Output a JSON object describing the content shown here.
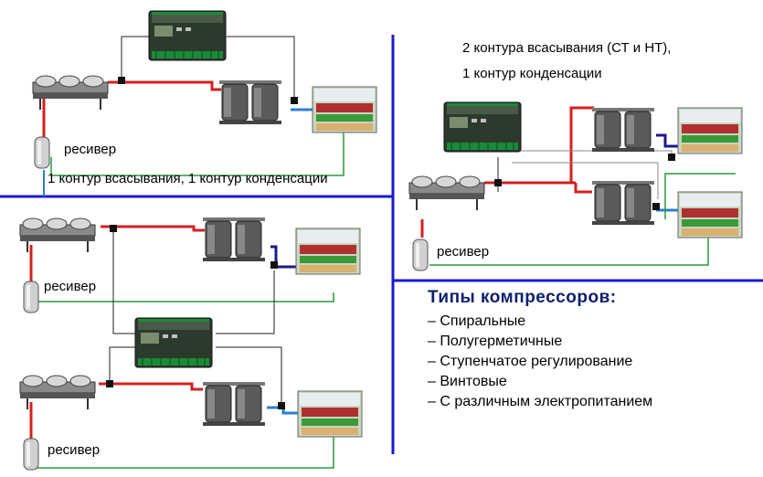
{
  "labels": {
    "receiver": "ресивер",
    "top_left_caption": "1 контур всасывания, 1 контур конденсации",
    "top_right_line1": "2 контура всасывания (СТ и НТ),",
    "top_right_line2": "1 контур конденсации"
  },
  "compressor_types": {
    "title": "Типы компрессоров:",
    "items": [
      "– Спиральные",
      "– Полугерметичные",
      "– Ступенчатое регулирование",
      "– Винтовые",
      "– С различным электропитанием"
    ]
  },
  "colors": {
    "divider": "#1a1ad0",
    "discharge_pipe": "#d42020",
    "suction_pipe": "#2a7fd0",
    "liquid_pipe": "#2a9a3a",
    "control_wire": "#222222",
    "title_text": "#0d1f6e"
  },
  "icons": [
    "controller-icon",
    "condenser-icon",
    "compressor-rack-icon",
    "receiver-icon",
    "display-case-icon"
  ]
}
